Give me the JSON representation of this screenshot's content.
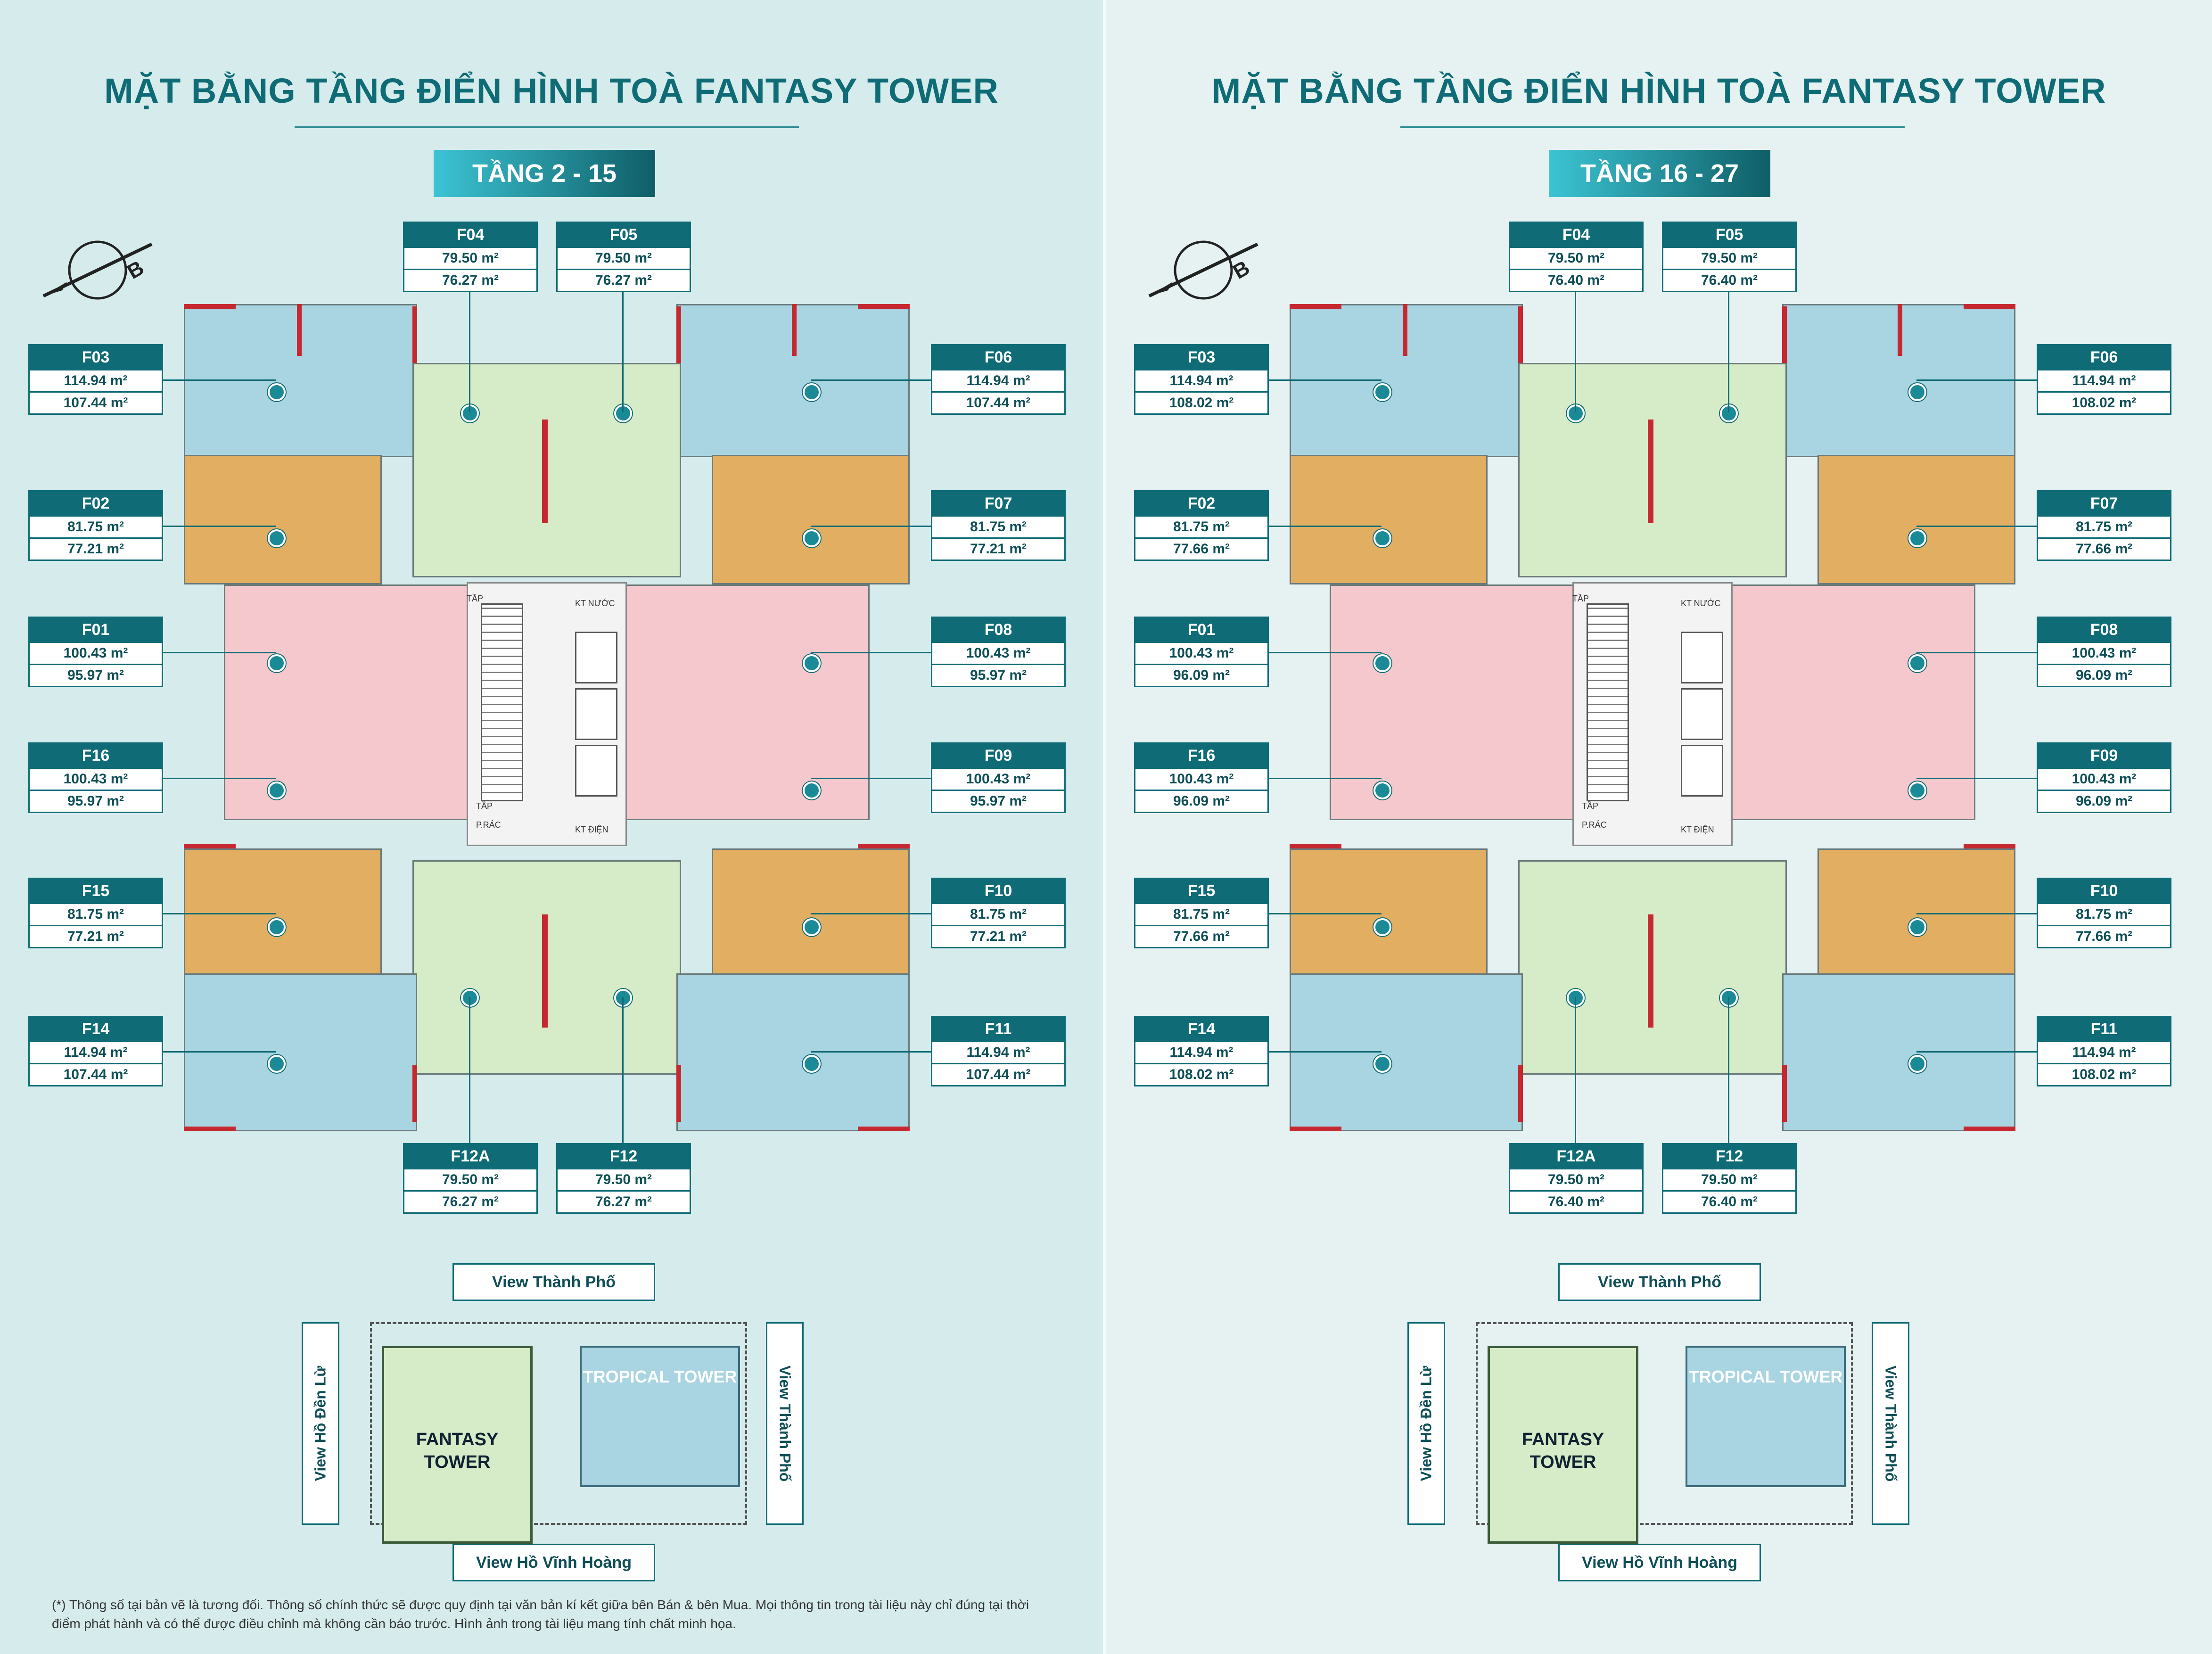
{
  "common": {
    "title": "MẶT BẰNG TẦNG ĐIỂN HÌNH TOÀ FANTASY TOWER",
    "compass_letter": "B",
    "views": {
      "top": "View Thành Phố",
      "left": "View Hồ Đền Lừ",
      "right": "View Thành Phố",
      "bottom": "View Hồ Vĩnh Hoàng"
    },
    "towers": {
      "fantasy": "FANTASY TOWER",
      "tropical": "TROPICAL TOWER"
    },
    "plan_labels": {
      "tap": "TẦP",
      "tap2": "TẦP",
      "ky_nuoc": "KT NƯỚC",
      "ky_dien": "KT ĐIỆN",
      "p_rac": "P.RÁC"
    },
    "note": "(*) Thông số tại bản vẽ là tương đối. Thông số chính thức sẽ được quy định tại văn bản kí kết giữa bên Bán & bên Mua. Mọi thông tin trong tài liệu này chỉ đúng tại thời điểm phát hành và có thể được điều chỉnh mà không cần báo trước. Hình ảnh trong tài liệu mang tính chất minh họa."
  },
  "panels": [
    {
      "floor": "TẦNG 2 - 15",
      "units": {
        "F04": [
          "79.50 m²",
          "76.27 m²"
        ],
        "F05": [
          "79.50 m²",
          "76.27 m²"
        ],
        "F03": [
          "114.94 m²",
          "107.44 m²"
        ],
        "F06": [
          "114.94 m²",
          "107.44 m²"
        ],
        "F02": [
          "81.75 m²",
          "77.21 m²"
        ],
        "F07": [
          "81.75 m²",
          "77.21 m²"
        ],
        "F01": [
          "100.43 m²",
          "95.97 m²"
        ],
        "F08": [
          "100.43 m²",
          "95.97 m²"
        ],
        "F16": [
          "100.43 m²",
          "95.97 m²"
        ],
        "F09": [
          "100.43 m²",
          "95.97 m²"
        ],
        "F15": [
          "81.75 m²",
          "77.21 m²"
        ],
        "F10": [
          "81.75 m²",
          "77.21 m²"
        ],
        "F14": [
          "114.94 m²",
          "107.44 m²"
        ],
        "F11": [
          "114.94 m²",
          "107.44 m²"
        ],
        "F12A": [
          "79.50 m²",
          "76.27 m²"
        ],
        "F12": [
          "79.50 m²",
          "76.27 m²"
        ]
      }
    },
    {
      "floor": "TẦNG 16 - 27",
      "units": {
        "F04": [
          "79.50 m²",
          "76.40 m²"
        ],
        "F05": [
          "79.50 m²",
          "76.40 m²"
        ],
        "F03": [
          "114.94 m²",
          "108.02 m²"
        ],
        "F06": [
          "114.94 m²",
          "108.02 m²"
        ],
        "F02": [
          "81.75 m²",
          "77.66 m²"
        ],
        "F07": [
          "81.75 m²",
          "77.66 m²"
        ],
        "F01": [
          "100.43 m²",
          "96.09 m²"
        ],
        "F08": [
          "100.43 m²",
          "96.09 m²"
        ],
        "F16": [
          "100.43 m²",
          "96.09 m²"
        ],
        "F09": [
          "100.43 m²",
          "96.09 m²"
        ],
        "F15": [
          "81.75 m²",
          "77.66 m²"
        ],
        "F10": [
          "81.75 m²",
          "77.66 m²"
        ],
        "F14": [
          "114.94 m²",
          "108.02 m²"
        ],
        "F11": [
          "114.94 m²",
          "108.02 m²"
        ],
        "F12A": [
          "79.50 m²",
          "76.40 m²"
        ],
        "F12": [
          "79.50 m²",
          "76.40 m²"
        ]
      }
    }
  ]
}
